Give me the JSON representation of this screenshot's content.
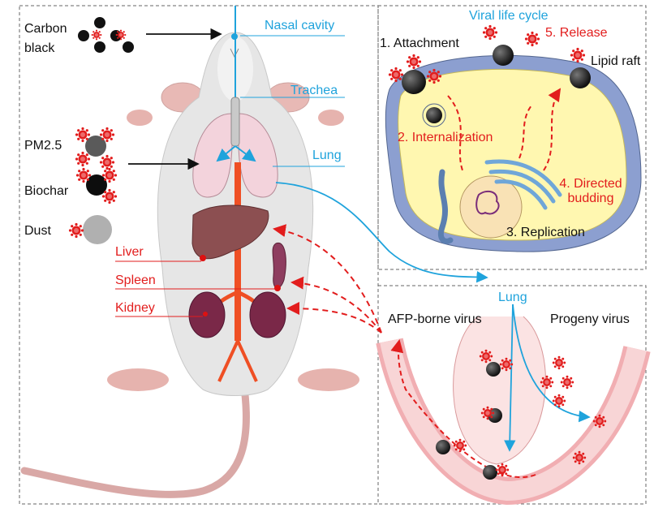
{
  "particles": {
    "carbon_black": "Carbon black",
    "pm25": "PM2.5",
    "biochar": "Biochar",
    "dust": "Dust"
  },
  "airway": {
    "nasal_cavity": "Nasal cavity",
    "trachea": "Trachea",
    "lung": "Lung"
  },
  "organs": {
    "liver": "Liver",
    "spleen": "Spleen",
    "kidney": "Kidney"
  },
  "life_cycle": {
    "title": "Viral life cycle",
    "step1": "1. Attachment",
    "step2": "2. Internalization",
    "step3": "3. Replication",
    "step4": "4. Directed budding",
    "step5": "5. Release",
    "lipid_raft": "Lipid raft"
  },
  "alveolus": {
    "lung": "Lung",
    "afp_virus": "AFP-borne virus",
    "progeny_virus": "Progeny virus"
  },
  "colors": {
    "blue_label": "#1fa3dc",
    "red_label": "#e21d1d",
    "cell_fill": "#fff7b0",
    "membrane": "#8c9fd0",
    "vessel": "#f5b7b9"
  }
}
